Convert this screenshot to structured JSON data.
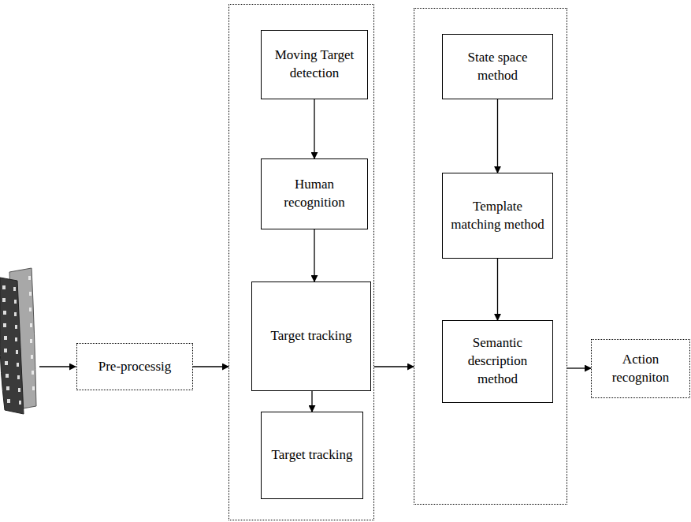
{
  "diagram": {
    "nodes": [
      {
        "text": [
          "Pre-processig"
        ]
      },
      {
        "text": []
      },
      {
        "text": [
          "Moving Target detection"
        ],
        "in": 1
      },
      {
        "text": [
          "Human recognition"
        ],
        "in": 1
      },
      {
        "text": [
          "Target tracking"
        ],
        "in": 1
      },
      {
        "text": [
          "Target tracking"
        ],
        "in": 1
      },
      {
        "text": []
      },
      {
        "text": [
          "State space method"
        ],
        "in": 6
      },
      {
        "text": [
          "Template matching method"
        ],
        "in": 6
      },
      {
        "text": [
          "Semantic description method"
        ],
        "in": 6
      },
      {
        "text": [
          "Action recogniton"
        ]
      }
    ],
    "edges": [
      {
        "from": 0,
        "to": 1,
        "arrow": "to"
      },
      {
        "from": 2,
        "to": 3,
        "arrow": "to"
      },
      {
        "from": 3,
        "to": 4,
        "arrow": "to"
      },
      {
        "from": 4,
        "to": 5,
        "arrow": "to"
      },
      {
        "from": 1,
        "to": 6,
        "arrow": "to"
      },
      {
        "from": 7,
        "to": 8,
        "arrow": "to"
      },
      {
        "from": 8,
        "to": 9,
        "arrow": "to"
      },
      {
        "from": 6,
        "to": 10,
        "arrow": "to"
      }
    ]
  }
}
